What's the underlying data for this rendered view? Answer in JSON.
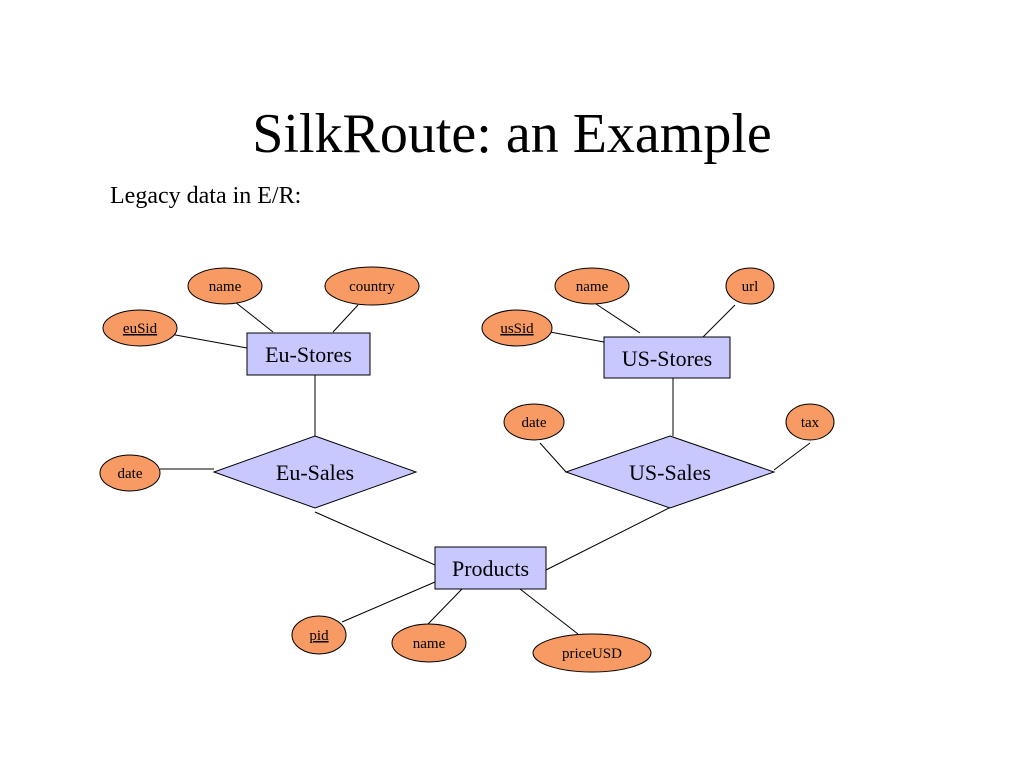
{
  "slide": {
    "title": "SilkRoute: an Example",
    "subtitle": "Legacy data in E/R:"
  },
  "colors": {
    "attribute_fill": "#f79a63",
    "entity_fill": "#c8c8ff",
    "outline": "#000000"
  },
  "entities": {
    "eu_stores": "Eu-Stores",
    "us_stores": "US-Stores",
    "products": "Products"
  },
  "relationships": {
    "eu_sales": "Eu-Sales",
    "us_sales": "US-Sales"
  },
  "attributes": {
    "eu_stores_name": "name",
    "eu_stores_country": "country",
    "eu_stores_key": "euSid",
    "us_stores_name": "name",
    "us_stores_url": "url",
    "us_stores_key": "usSid",
    "eu_sales_date": "date",
    "us_sales_date": "date",
    "us_sales_tax": "tax",
    "products_key": "pid",
    "products_name": "name",
    "products_price": "priceUSD"
  }
}
